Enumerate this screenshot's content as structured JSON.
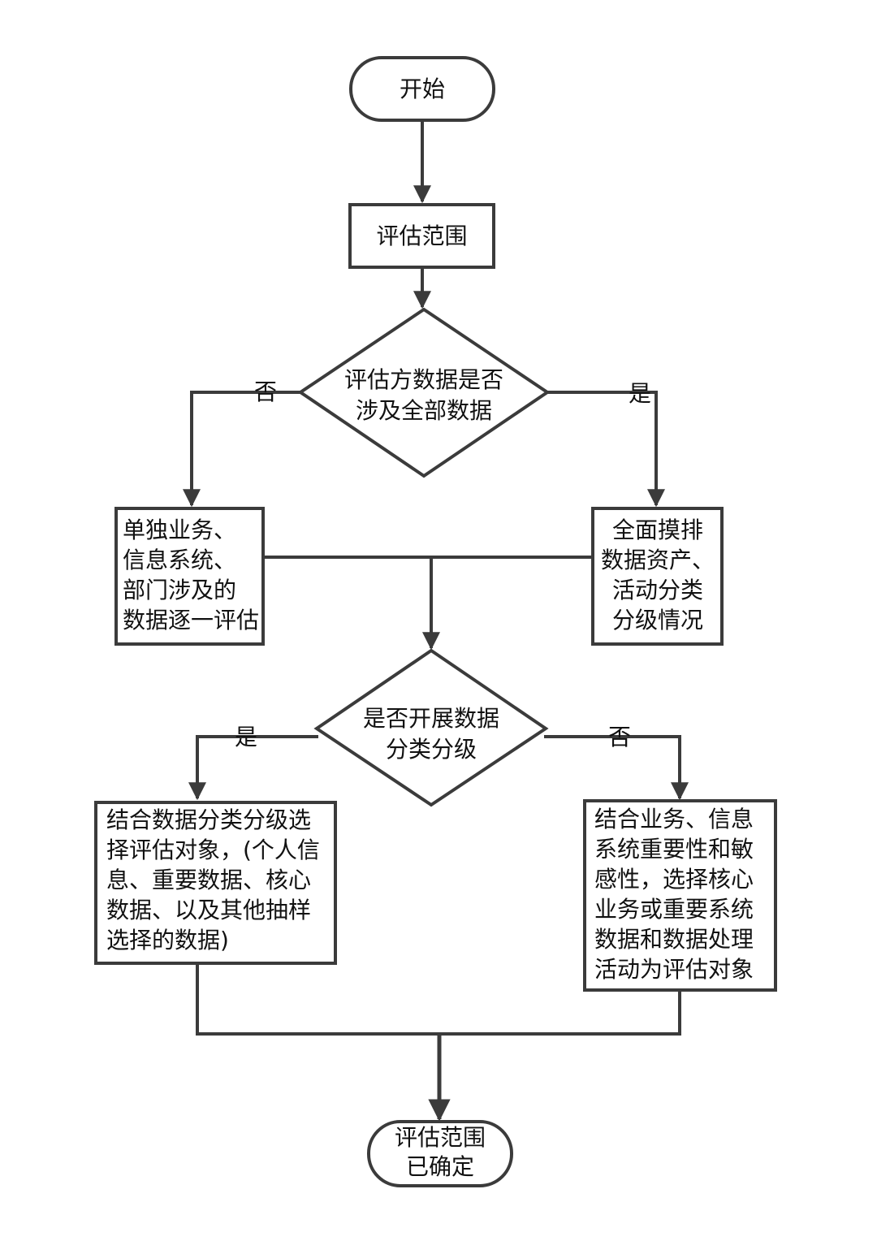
{
  "nodes": {
    "start": "开始",
    "scope": "评估范围",
    "decision1": "评估方数据是否\n涉及全部数据",
    "left1": "单独业务、\n信息系统、\n部门涉及的\n数据逐一评估",
    "right1": "全面摸排\n数据资产、\n活动分类\n分级情况",
    "decision2": "是否开展数据\n分类分级",
    "left2": "结合数据分类分级选\n择评估对象，(个人信\n息、重要数据、核心\n数据、以及其他抽样\n选择的数据)",
    "right2": "结合业务、信息\n系统重要性和敏\n感性，选择核心\n业务或重要系统\n数据和数据处理\n活动为评估对象",
    "end": "评估范围\n已确定"
  },
  "edges": {
    "d1_no": "否",
    "d1_yes": "是",
    "d2_yes": "是",
    "d2_no": "否"
  }
}
